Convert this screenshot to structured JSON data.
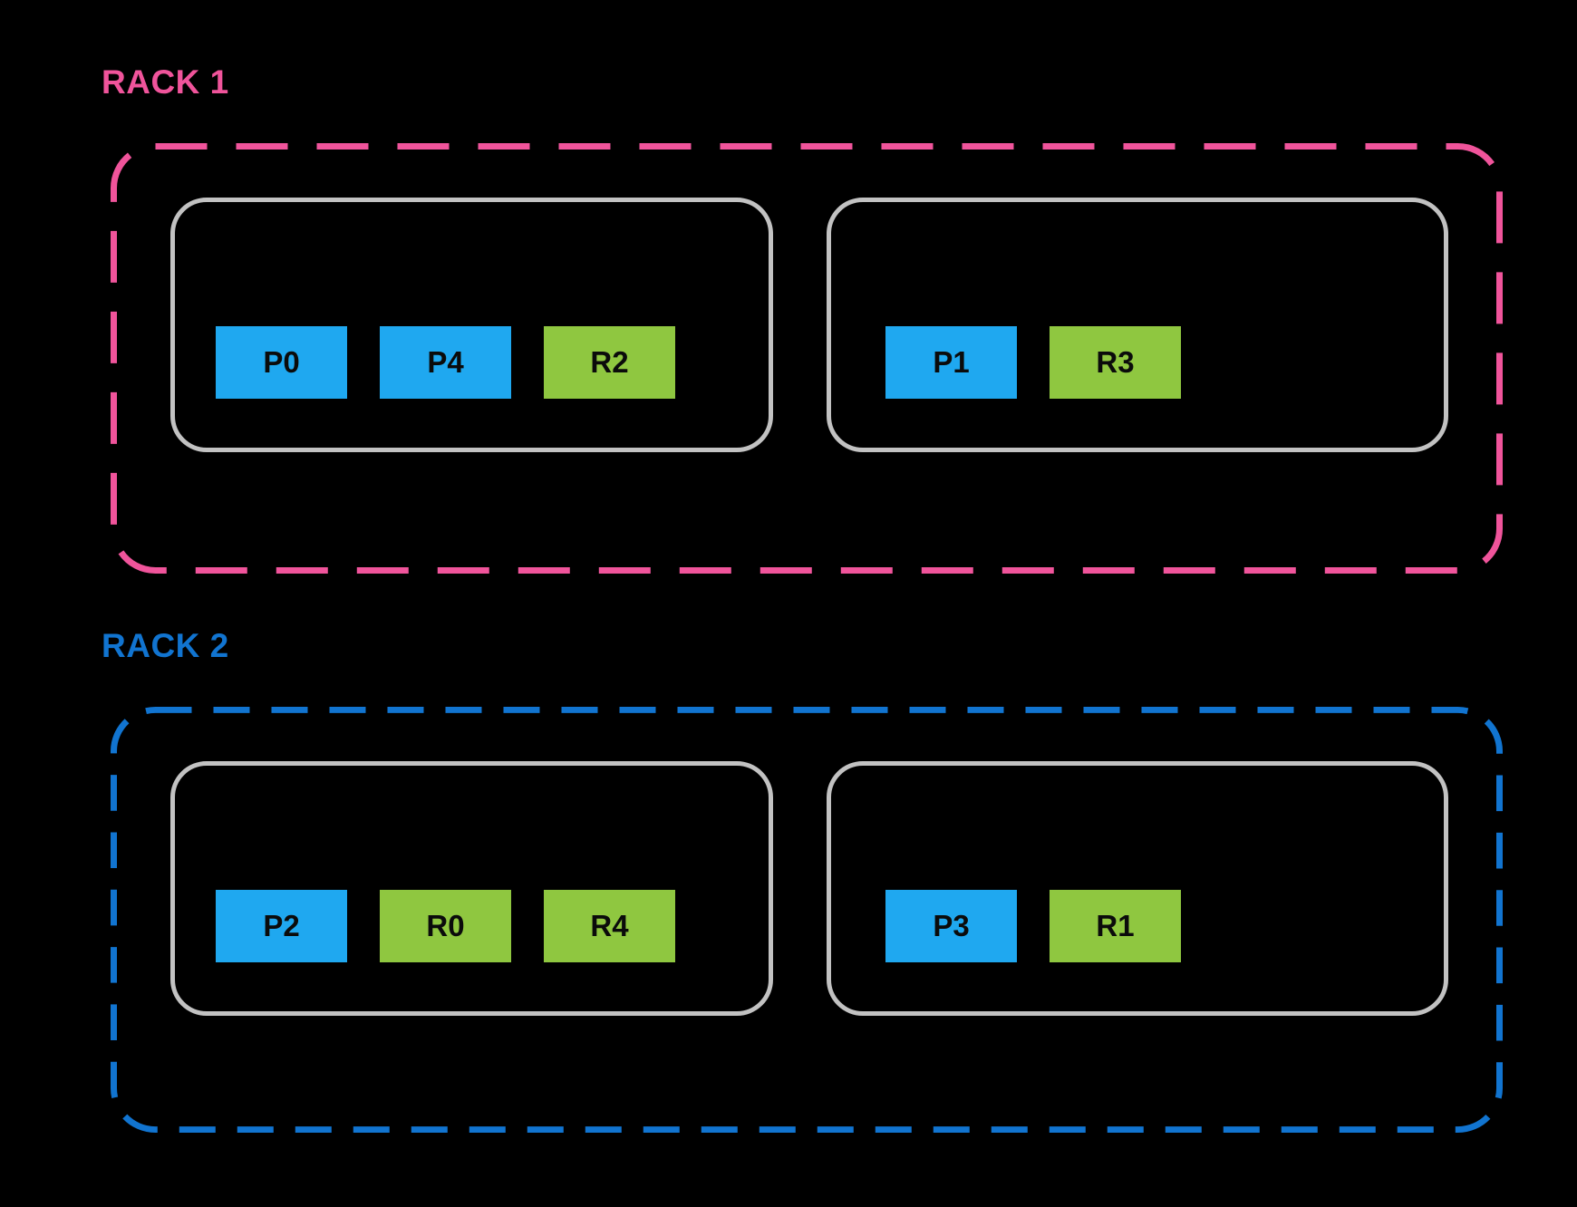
{
  "diagram_title": "",
  "background_color": "#000000",
  "colors": {
    "rack1_accent": "#F0549B",
    "rack2_accent": "#1174D0",
    "node_border": "#C2C2C2",
    "primary_block": "#1FA8F0",
    "replica_block": "#8FC740",
    "block_text": "#0B0B0B"
  },
  "racks": [
    {
      "label": "RACK 1",
      "accent": "#F0549B",
      "nodes": [
        {
          "blocks": [
            {
              "label": "P0",
              "type": "primary"
            },
            {
              "label": "P4",
              "type": "primary"
            },
            {
              "label": "R2",
              "type": "replica"
            }
          ]
        },
        {
          "blocks": [
            {
              "label": "P1",
              "type": "primary"
            },
            {
              "label": "R3",
              "type": "replica"
            }
          ]
        }
      ]
    },
    {
      "label": "RACK 2",
      "accent": "#1174D0",
      "nodes": [
        {
          "blocks": [
            {
              "label": "P2",
              "type": "primary"
            },
            {
              "label": "R0",
              "type": "replica"
            },
            {
              "label": "R4",
              "type": "replica"
            }
          ]
        },
        {
          "blocks": [
            {
              "label": "P3",
              "type": "primary"
            },
            {
              "label": "R1",
              "type": "replica"
            }
          ]
        }
      ]
    }
  ]
}
